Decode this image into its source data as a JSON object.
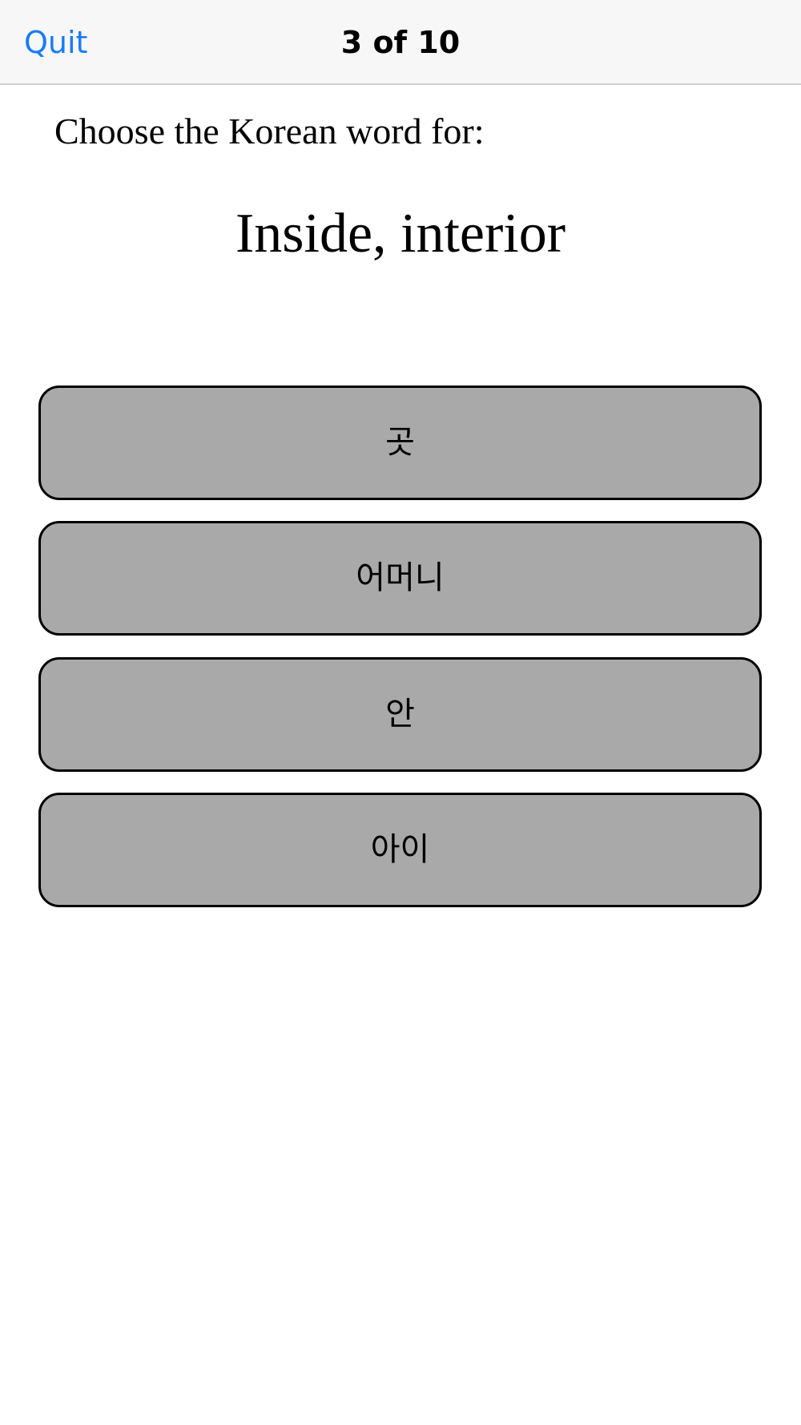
{
  "navbar": {
    "quit_label": "Quit",
    "progress_title": "3 of 10"
  },
  "quiz": {
    "prompt": "Choose the Korean word for:",
    "target_word": "Inside, interior",
    "options": [
      {
        "label": "곳"
      },
      {
        "label": "어머니"
      },
      {
        "label": "안"
      },
      {
        "label": "아이"
      }
    ]
  },
  "colors": {
    "accent": "#1a7cf5",
    "option_background": "#a9a9a9",
    "navbar_background": "#f7f7f7"
  }
}
